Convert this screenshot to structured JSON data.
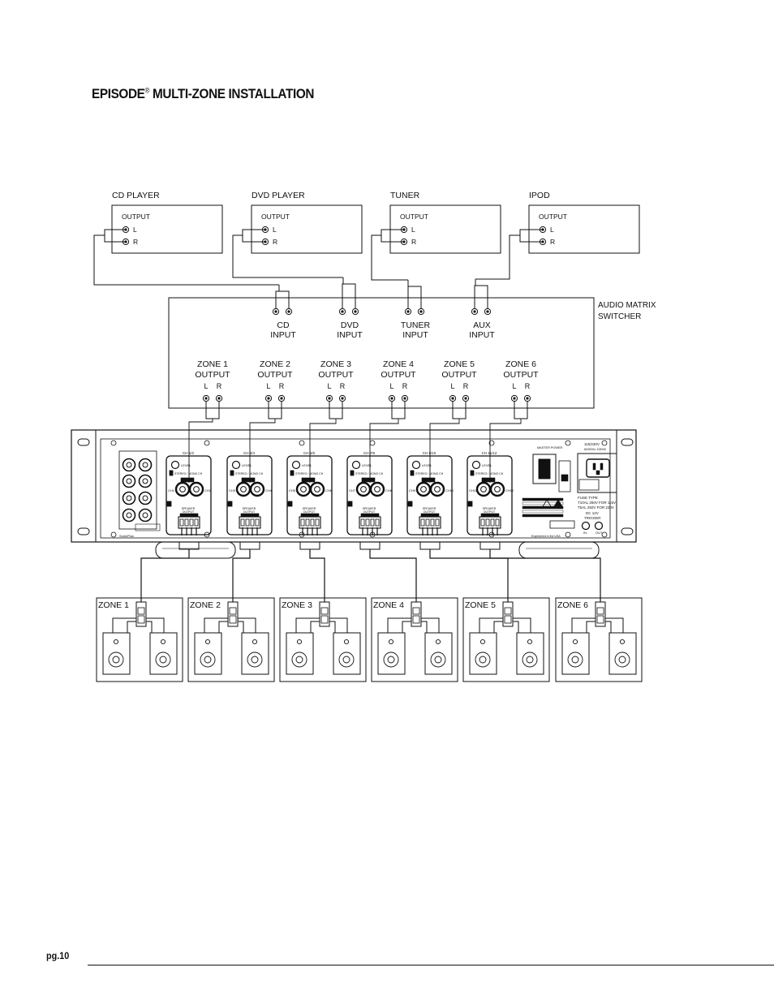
{
  "page": {
    "title_main": "EPISODE",
    "title_reg": "®",
    "title_rest": " MULTI-ZONE INSTALLATION",
    "page_number": "pg.10"
  },
  "sources": [
    {
      "name": "CD PLAYER",
      "output_label": "OUTPUT",
      "left": "L",
      "right": "R"
    },
    {
      "name": "DVD PLAYER",
      "output_label": "OUTPUT",
      "left": "L",
      "right": "R"
    },
    {
      "name": "TUNER",
      "output_label": "OUTPUT",
      "left": "L",
      "right": "R"
    },
    {
      "name": "IPOD",
      "output_label": "OUTPUT",
      "left": "L",
      "right": "R"
    }
  ],
  "switcher": {
    "name_line1": "AUDIO MATRIX",
    "name_line2": "SWITCHER",
    "inputs": [
      {
        "line1": "CD",
        "line2": "INPUT"
      },
      {
        "line1": "DVD",
        "line2": "INPUT"
      },
      {
        "line1": "TUNER",
        "line2": "INPUT"
      },
      {
        "line1": "AUX",
        "line2": "INPUT"
      }
    ],
    "zone_outputs": [
      {
        "line1": "ZONE 1",
        "line2": "OUTPUT",
        "left": "L",
        "right": "R"
      },
      {
        "line1": "ZONE 2",
        "line2": "OUTPUT",
        "left": "L",
        "right": "R"
      },
      {
        "line1": "ZONE 3",
        "line2": "OUTPUT",
        "left": "L",
        "right": "R"
      },
      {
        "line1": "ZONE 4",
        "line2": "OUTPUT",
        "left": "L",
        "right": "R"
      },
      {
        "line1": "ZONE 5",
        "line2": "OUTPUT",
        "left": "L",
        "right": "R"
      },
      {
        "line1": "ZONE 6",
        "line2": "OUTPUT",
        "left": "L",
        "right": "R"
      }
    ]
  },
  "amplifier": {
    "module_headers": [
      "CH 1/2",
      "CH 3/4",
      "CH 5/6",
      "CH 7/8",
      "CH 9/10",
      "CH 11/12"
    ],
    "level_label": "LEVEL",
    "mode_label": "STEREO / MONO CH",
    "left_channels": [
      "CH1",
      "CH3",
      "CH5",
      "CH7",
      "CH9",
      "CH11"
    ],
    "right_channels": [
      "CH2",
      "CH4",
      "CH6",
      "CH8",
      "CH10",
      "CH12"
    ],
    "speaker_label": "SPEAKER",
    "output_label": "OUTPUT",
    "power_label": "MASTER POWER",
    "voltage_label": "115/230V",
    "voltage_sub": "60/50Hz 1150W",
    "fuse_line1": "FUSE TYPE",
    "fuse_line2": "T10AL 250V FOR 115V",
    "fuse_line3": "T5AL 250V FOR 230V",
    "trigger_line1": "DC 12V",
    "trigger_line2": "TRIGGER",
    "trigger_in": "IN",
    "trigger_out": "OUT",
    "brand": "SonicPlus",
    "engineered_note": "Engineered in the USA"
  },
  "zones": [
    {
      "label": "ZONE 1"
    },
    {
      "label": "ZONE 2"
    },
    {
      "label": "ZONE 3"
    },
    {
      "label": "ZONE 4"
    },
    {
      "label": "ZONE 5"
    },
    {
      "label": "ZONE 6"
    }
  ]
}
